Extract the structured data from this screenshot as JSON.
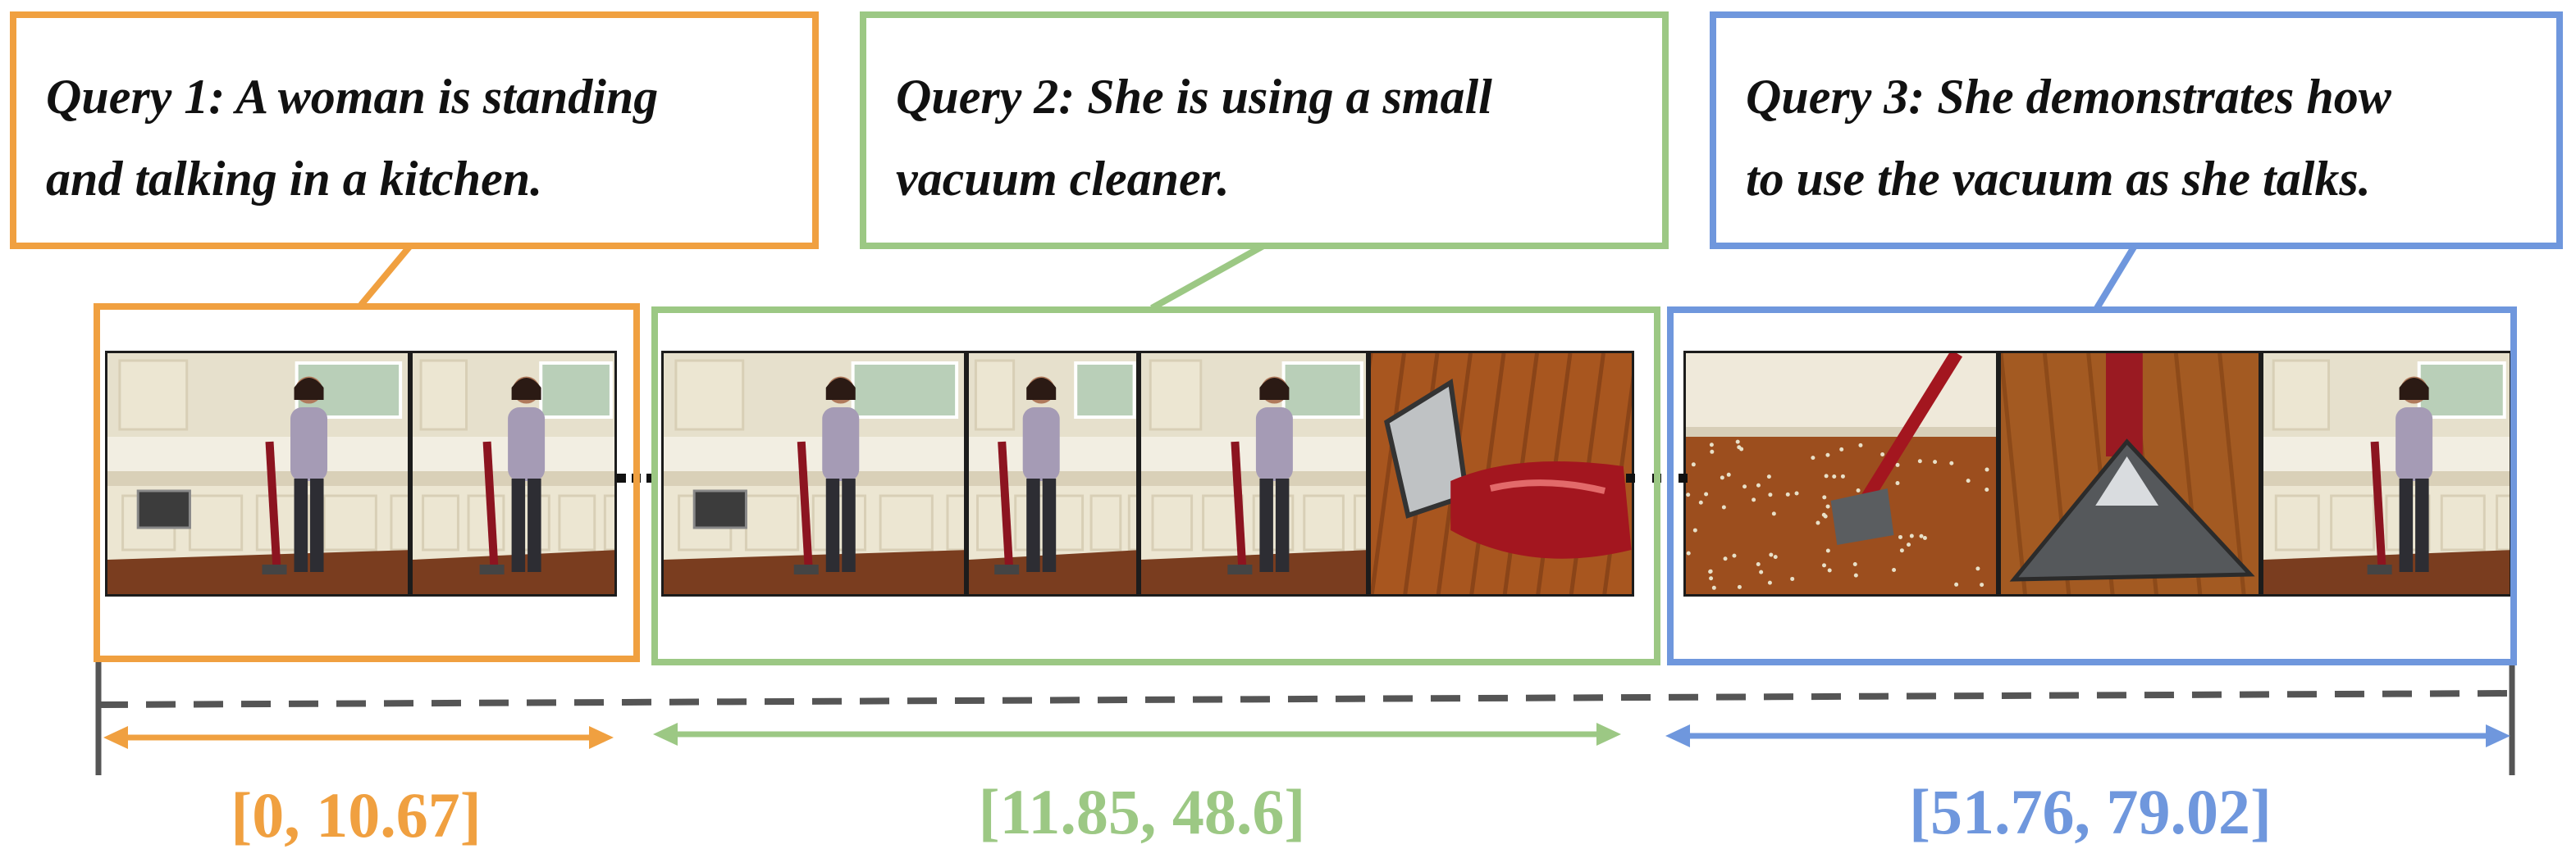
{
  "colors": {
    "query1": "#f0a040",
    "query2": "#9cc884",
    "query3": "#6f97dd",
    "timeline": "#555555"
  },
  "queries": [
    {
      "label": "Query 1:",
      "line1": "Query 1: A woman is standing",
      "line2": "and talking  in a kitchen.",
      "interval": "[0, 10.67]",
      "start": 0,
      "end": 10.67
    },
    {
      "label": "Query 2:",
      "line1": "Query 2: She is using a small",
      "line2": "vacuum cleaner.",
      "interval": "[11.85, 48.6]",
      "start": 11.85,
      "end": 48.6
    },
    {
      "label": "Query 3:",
      "line1": "Query 3: She demonstrates how",
      "line2": "to use the vacuum as she talks.",
      "interval": "[51.76, 79.02]",
      "start": 51.76,
      "end": 79.02
    }
  ],
  "frames": [
    {
      "scene": "kitchen-woman-standing-with-vacuum"
    },
    {
      "scene": "kitchen-woman-talking"
    },
    {
      "scene": "kitchen-woman-vacuuming"
    },
    {
      "scene": "kitchen-woman-vacuuming-closer"
    },
    {
      "scene": "kitchen-woman-holding-vacuum"
    },
    {
      "scene": "vacuum-head-closeup-red"
    },
    {
      "scene": "vacuum-on-floor-with-debris"
    },
    {
      "scene": "rowenta-vacuum-head-closeup"
    },
    {
      "scene": "kitchen-woman-standing-with-vacuum"
    }
  ],
  "timeline": {
    "style": "dashed",
    "total": 79.02
  }
}
